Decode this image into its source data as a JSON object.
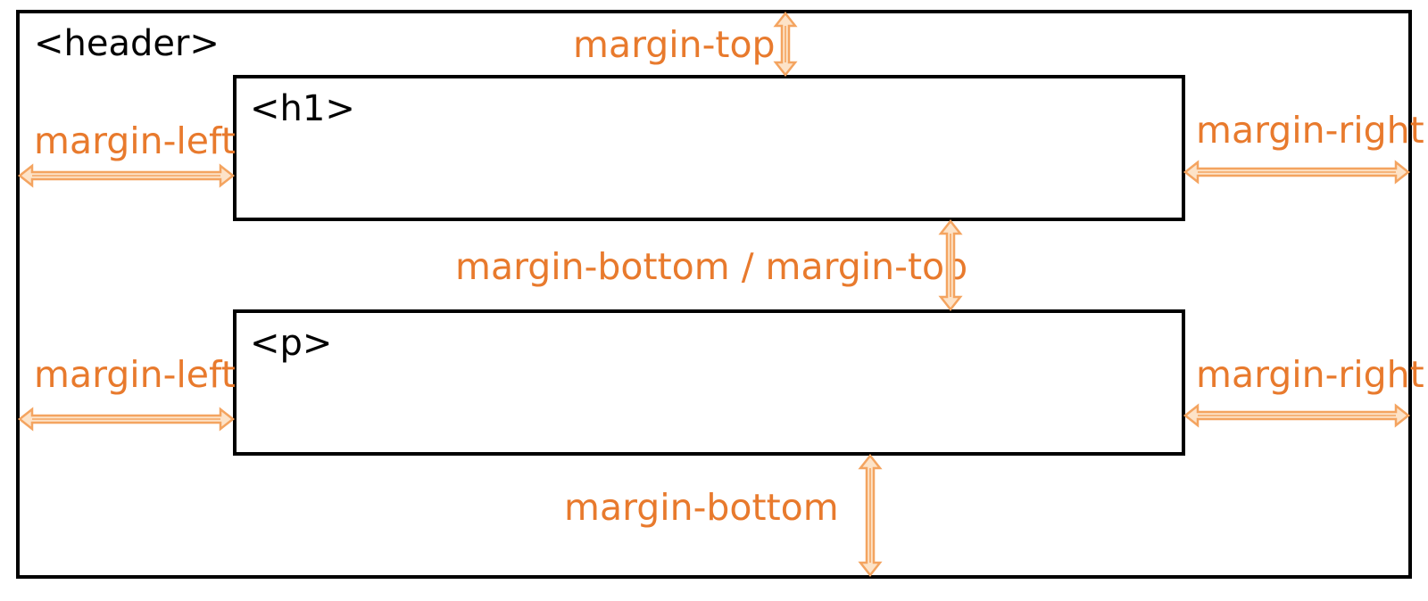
{
  "tags": {
    "header": "<header>",
    "h1": "<h1>",
    "p": "<p>"
  },
  "labels": {
    "header_margin_top": "margin-top",
    "h1_margin_left": "margin-left",
    "h1_margin_right": "margin-right",
    "h1_p_between": "margin-bottom / margin-top",
    "p_margin_left": "margin-left",
    "p_margin_right": "margin-right",
    "p_margin_bottom": "margin-bottom"
  },
  "colors": {
    "label": "#e87a2d",
    "arrow_fill": "#fde3c8",
    "arrow_stroke": "#f4a460",
    "box_stroke": "#000000"
  }
}
